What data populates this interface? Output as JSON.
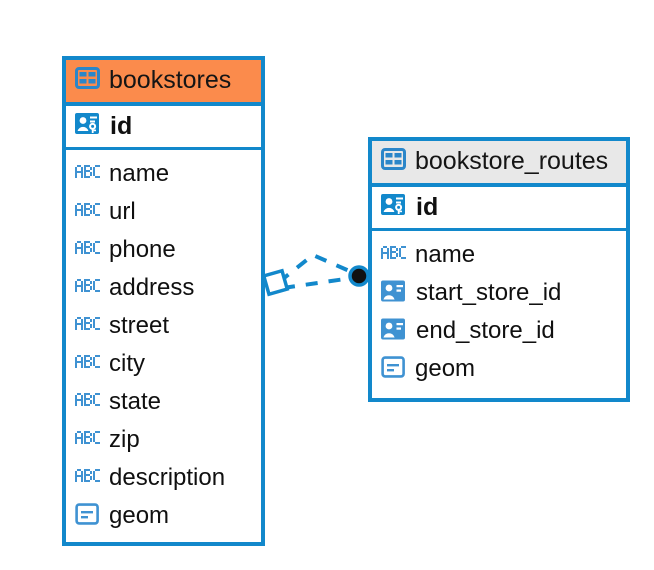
{
  "diagram": {
    "type": "entity-relationship-diagram",
    "background_color": "#ffffff",
    "accent_color": "#1288cb",
    "highlight_color": "#fb8b4c",
    "entities": [
      {
        "name": "bookstores",
        "header_color": "#fb8b4c",
        "table_icon": "table-icon",
        "primary_key": {
          "label": "id",
          "icon": "primary-key-icon"
        },
        "fields": [
          {
            "label": "name",
            "icon": "abc-text-icon"
          },
          {
            "label": "url",
            "icon": "abc-text-icon"
          },
          {
            "label": "phone",
            "icon": "abc-text-icon"
          },
          {
            "label": "address",
            "icon": "abc-text-icon"
          },
          {
            "label": "street",
            "icon": "abc-text-icon"
          },
          {
            "label": "city",
            "icon": "abc-text-icon"
          },
          {
            "label": "state",
            "icon": "abc-text-icon"
          },
          {
            "label": "zip",
            "icon": "abc-text-icon"
          },
          {
            "label": "description",
            "icon": "abc-text-icon"
          },
          {
            "label": "geom",
            "icon": "geometry-icon"
          }
        ]
      },
      {
        "name": "bookstore_routes",
        "header_color": "#e8e8e8",
        "table_icon": "table-icon",
        "primary_key": {
          "label": "id",
          "icon": "primary-key-icon"
        },
        "fields": [
          {
            "label": "name",
            "icon": "abc-text-icon"
          },
          {
            "label": "start_store_id",
            "icon": "foreign-key-icon"
          },
          {
            "label": "end_store_id",
            "icon": "foreign-key-icon"
          },
          {
            "label": "geom",
            "icon": "geometry-icon"
          }
        ]
      }
    ],
    "relationship": {
      "from_entity": "bookstores",
      "to_entity": "bookstore_routes",
      "line_style": "dashed",
      "line_color": "#1288cb",
      "source_marker": "diamond-marker",
      "target_marker": "filled-circle-marker"
    }
  }
}
